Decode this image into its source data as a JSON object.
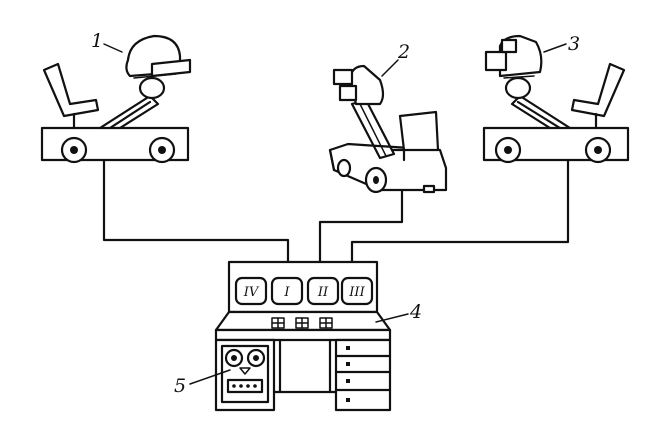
{
  "labels": {
    "camera_left": "1",
    "camera_center": "2",
    "camera_right": "3",
    "control_console": "4",
    "tape_recorder": "5"
  },
  "monitors": [
    "IV",
    "I",
    "II",
    "III"
  ]
}
